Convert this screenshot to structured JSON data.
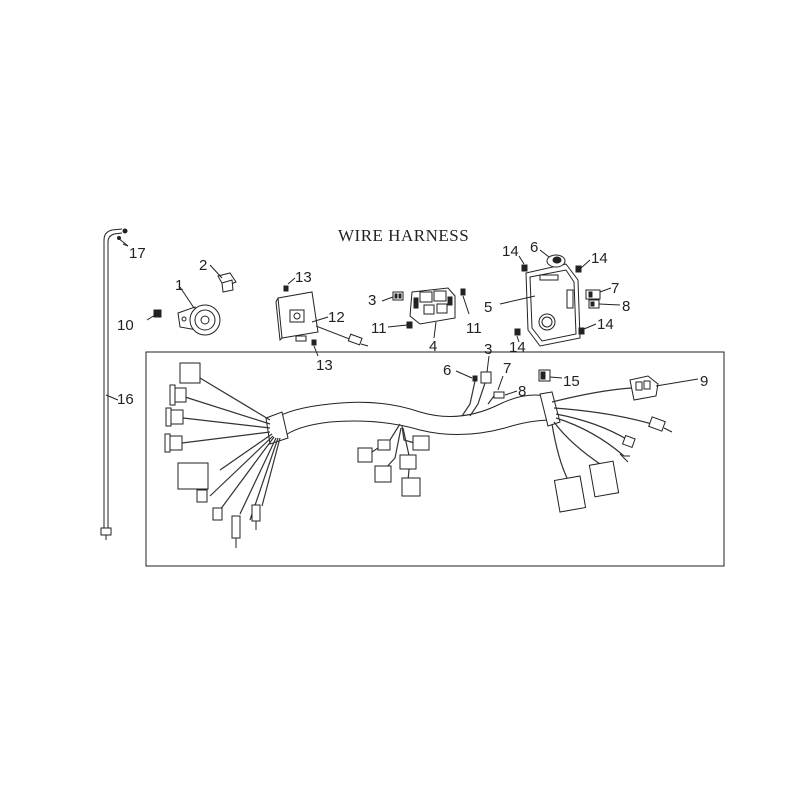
{
  "diagram": {
    "title": "WIRE HARNESS",
    "callouts": {
      "c1": "1",
      "c2": "2",
      "c3a": "3",
      "c3b": "3",
      "c4": "4",
      "c5": "5",
      "c6a": "6",
      "c6b": "6",
      "c7a": "7",
      "c7b": "7",
      "c8a": "8",
      "c8b": "8",
      "c9": "9",
      "c10": "10",
      "c11a": "11",
      "c11b": "11",
      "c12": "12",
      "c13a": "13",
      "c13b": "13",
      "c14a": "14",
      "c14b": "14",
      "c14c": "14",
      "c14d": "14",
      "c15": "15",
      "c16": "16",
      "c17": "17"
    }
  }
}
